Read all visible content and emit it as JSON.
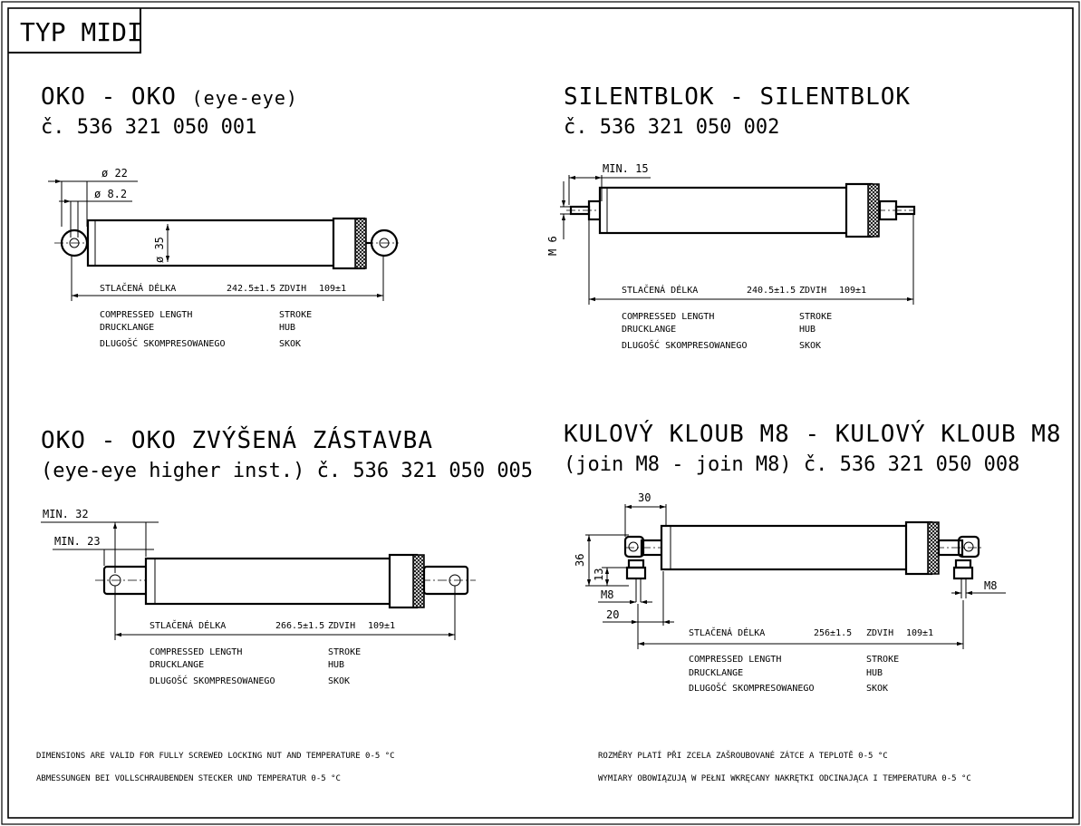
{
  "sheet_title": "TYP MIDI",
  "views": [
    {
      "title": "OKO - OKO",
      "subtitle": "(eye-eye)",
      "part_no": "č. 536 321 050 001",
      "dims": [
        "ø 22",
        "ø 8.2",
        "ø 35"
      ],
      "length_label": "STLAČENÁ DÉLKA",
      "length_value": "242.5±1.5",
      "stroke_label": "ZDVIH",
      "stroke_value": "109±1",
      "legend": [
        "COMPRESSED LENGTH",
        "DRUCKLANGE",
        "DLUGOŠĆ SKOMPRESOWANEGO"
      ],
      "legend2": [
        "STROKE",
        "HUB",
        "SKOK"
      ]
    },
    {
      "title": "SILENTBLOK - SILENTBLOK",
      "part_no": "č. 536 321 050 002",
      "dims": [
        "MIN. 15",
        "M 6"
      ],
      "length_label": "STLAČENÁ DÉLKA",
      "length_value": "240.5±1.5",
      "stroke_label": "ZDVIH",
      "stroke_value": "109±1",
      "legend": [
        "COMPRESSED LENGTH",
        "DRUCKLANGE",
        "DLUGOŠĆ SKOMPRESOWANEGO"
      ],
      "legend2": [
        "STROKE",
        "HUB",
        "SKOK"
      ]
    },
    {
      "title": "OKO - OKO ZVÝŠENÁ ZÁSTAVBA",
      "subtitle": "(eye-eye higher inst.) č. 536 321 050 005",
      "dims": [
        "MIN. 32",
        "MIN. 23"
      ],
      "length_label": "STLAČENÁ DÉLKA",
      "length_value": "266.5±1.5",
      "stroke_label": "ZDVIH",
      "stroke_value": "109±1",
      "legend": [
        "COMPRESSED LENGTH",
        "DRUCKLANGE",
        "DLUGOŠĆ SKOMPRESOWANEGO"
      ],
      "legend2": [
        "STROKE",
        "HUB",
        "SKOK"
      ]
    },
    {
      "title": "KULOVÝ KLOUB M8 - KULOVÝ KLOUB M8",
      "subtitle": "(join M8 - join M8) č. 536 321 050 008",
      "dims": [
        "30",
        "36",
        "13",
        "M8",
        "20",
        "M8"
      ],
      "length_label": "STLAČENÁ DÉLKA",
      "length_value": "256±1.5",
      "stroke_label": "ZDVIH",
      "stroke_value": "109±1",
      "legend": [
        "COMPRESSED LENGTH",
        "DRUCKLANGE",
        "DLUGOŠĆ SKOMPRESOWANEGO"
      ],
      "legend2": [
        "STROKE",
        "HUB",
        "SKOK"
      ]
    }
  ],
  "notes": [
    "DIMENSIONS ARE VALID FOR FULLY SCREWED LOCKING NUT AND TEMPERATURE 0-5 °C",
    "ABMESSUNGEN BEI VOLLSCHRAUBENDEN STECKER UND TEMPERATUR 0-5 °C",
    "ROZMĚRY PLATÍ PŘI ZCELA ZAŠROUBOVANÉ ZÁTCE A TEPLOTĚ 0-5 °C",
    "WYMIARY OBOWIĄZUJĄ W PEŁNI WKRĘCANY NAKRĘTKI ODCINAJĄCA I TEMPERATURA 0-5 °C"
  ]
}
